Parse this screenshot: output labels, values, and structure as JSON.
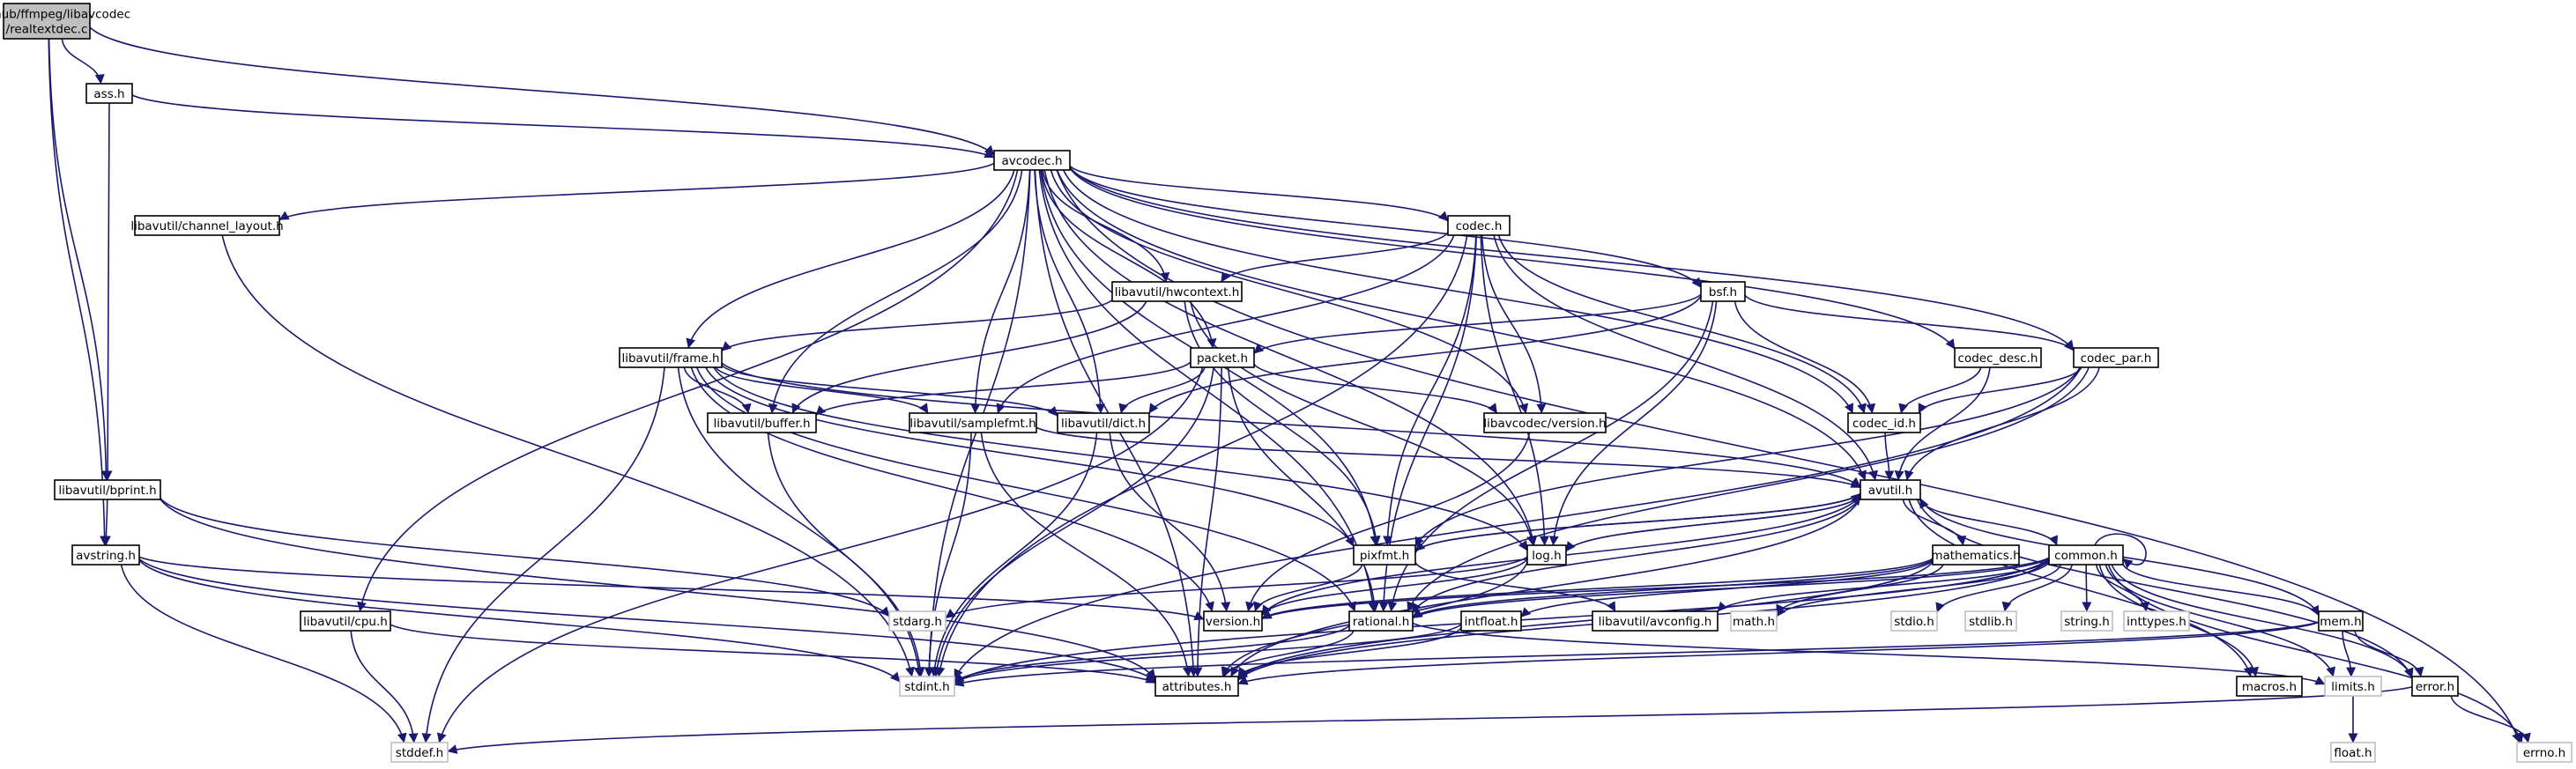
{
  "colors": {
    "edge": "#191970",
    "node_border": "#000000",
    "root_fill": "#bfbfbf",
    "node_fill": "#ffffff",
    "external_border": "#bfbfbf",
    "text": "#000000",
    "external_text": "#000000"
  },
  "nodes": [
    {
      "id": "root",
      "lines": [
        "E:/github/ffmpeg/libavcodec",
        "/realtextdec.c"
      ],
      "kind": "root"
    },
    {
      "id": "ass_h",
      "lines": [
        "ass.h"
      ],
      "kind": "file"
    },
    {
      "id": "avcodec_h",
      "lines": [
        "avcodec.h"
      ],
      "kind": "file"
    },
    {
      "id": "channel_layout_h",
      "lines": [
        "libavutil/channel_layout.h"
      ],
      "kind": "file"
    },
    {
      "id": "codec_h",
      "lines": [
        "codec.h"
      ],
      "kind": "file"
    },
    {
      "id": "hwcontext_h",
      "lines": [
        "libavutil/hwcontext.h"
      ],
      "kind": "file"
    },
    {
      "id": "bsf_h",
      "lines": [
        "bsf.h"
      ],
      "kind": "file"
    },
    {
      "id": "frame_h",
      "lines": [
        "libavutil/frame.h"
      ],
      "kind": "file"
    },
    {
      "id": "packet_h",
      "lines": [
        "packet.h"
      ],
      "kind": "file"
    },
    {
      "id": "codec_desc_h",
      "lines": [
        "codec_desc.h"
      ],
      "kind": "file"
    },
    {
      "id": "codec_par_h",
      "lines": [
        "codec_par.h"
      ],
      "kind": "file"
    },
    {
      "id": "buffer_h",
      "lines": [
        "libavutil/buffer.h"
      ],
      "kind": "file"
    },
    {
      "id": "samplefmt_h",
      "lines": [
        "libavutil/samplefmt.h"
      ],
      "kind": "file"
    },
    {
      "id": "dict_h",
      "lines": [
        "libavutil/dict.h"
      ],
      "kind": "file"
    },
    {
      "id": "lavc_version_h",
      "lines": [
        "libavcodec/version.h"
      ],
      "kind": "file"
    },
    {
      "id": "codec_id_h",
      "lines": [
        "codec_id.h"
      ],
      "kind": "file"
    },
    {
      "id": "bprint_h",
      "lines": [
        "libavutil/bprint.h"
      ],
      "kind": "file"
    },
    {
      "id": "avutil_h",
      "lines": [
        "avutil.h"
      ],
      "kind": "file"
    },
    {
      "id": "avstring_h",
      "lines": [
        "avstring.h"
      ],
      "kind": "file"
    },
    {
      "id": "pixfmt_h",
      "lines": [
        "pixfmt.h"
      ],
      "kind": "file"
    },
    {
      "id": "log_h",
      "lines": [
        "log.h"
      ],
      "kind": "file"
    },
    {
      "id": "mathematics_h",
      "lines": [
        "mathematics.h"
      ],
      "kind": "file"
    },
    {
      "id": "common_h",
      "lines": [
        "common.h"
      ],
      "kind": "file"
    },
    {
      "id": "cpu_h",
      "lines": [
        "libavutil/cpu.h"
      ],
      "kind": "file"
    },
    {
      "id": "stdarg_h",
      "lines": [
        "stdarg.h"
      ],
      "kind": "external"
    },
    {
      "id": "version_h",
      "lines": [
        "version.h"
      ],
      "kind": "file"
    },
    {
      "id": "rational_h",
      "lines": [
        "rational.h"
      ],
      "kind": "file"
    },
    {
      "id": "intfloat_h",
      "lines": [
        "intfloat.h"
      ],
      "kind": "file"
    },
    {
      "id": "avconfig_h",
      "lines": [
        "libavutil/avconfig.h"
      ],
      "kind": "file"
    },
    {
      "id": "math_h",
      "lines": [
        "math.h"
      ],
      "kind": "external"
    },
    {
      "id": "stdio_h",
      "lines": [
        "stdio.h"
      ],
      "kind": "external"
    },
    {
      "id": "stdlib_h",
      "lines": [
        "stdlib.h"
      ],
      "kind": "external"
    },
    {
      "id": "string_h",
      "lines": [
        "string.h"
      ],
      "kind": "external"
    },
    {
      "id": "inttypes_h",
      "lines": [
        "inttypes.h"
      ],
      "kind": "external"
    },
    {
      "id": "mem_h",
      "lines": [
        "mem.h"
      ],
      "kind": "file"
    },
    {
      "id": "stdint_h",
      "lines": [
        "stdint.h"
      ],
      "kind": "external"
    },
    {
      "id": "attributes_h",
      "lines": [
        "attributes.h"
      ],
      "kind": "file"
    },
    {
      "id": "macros_h",
      "lines": [
        "macros.h"
      ],
      "kind": "file"
    },
    {
      "id": "limits_h",
      "lines": [
        "limits.h"
      ],
      "kind": "external"
    },
    {
      "id": "error_h",
      "lines": [
        "error.h"
      ],
      "kind": "file"
    },
    {
      "id": "stddef_h",
      "lines": [
        "stddef.h"
      ],
      "kind": "external"
    },
    {
      "id": "float_h",
      "lines": [
        "float.h"
      ],
      "kind": "external"
    },
    {
      "id": "errno_h",
      "lines": [
        "errno.h"
      ],
      "kind": "external"
    }
  ],
  "edges": [
    [
      "root",
      "ass_h"
    ],
    [
      "root",
      "avcodec_h"
    ],
    [
      "root",
      "bprint_h"
    ],
    [
      "root",
      "avstring_h"
    ],
    [
      "ass_h",
      "avcodec_h"
    ],
    [
      "ass_h",
      "bprint_h"
    ],
    [
      "avcodec_h",
      "channel_layout_h"
    ],
    [
      "avcodec_h",
      "codec_h"
    ],
    [
      "avcodec_h",
      "hwcontext_h"
    ],
    [
      "avcodec_h",
      "bsf_h"
    ],
    [
      "avcodec_h",
      "frame_h"
    ],
    [
      "avcodec_h",
      "packet_h"
    ],
    [
      "avcodec_h",
      "codec_desc_h"
    ],
    [
      "avcodec_h",
      "codec_par_h"
    ],
    [
      "avcodec_h",
      "buffer_h"
    ],
    [
      "avcodec_h",
      "samplefmt_h"
    ],
    [
      "avcodec_h",
      "dict_h"
    ],
    [
      "avcodec_h",
      "lavc_version_h"
    ],
    [
      "avcodec_h",
      "codec_id_h"
    ],
    [
      "avcodec_h",
      "avutil_h"
    ],
    [
      "avcodec_h",
      "cpu_h"
    ],
    [
      "avcodec_h",
      "pixfmt_h"
    ],
    [
      "avcodec_h",
      "log_h"
    ],
    [
      "avcodec_h",
      "rational_h"
    ],
    [
      "avcodec_h",
      "attributes_h"
    ],
    [
      "avcodec_h",
      "stdint_h"
    ],
    [
      "avcodec_h",
      "errno_h"
    ],
    [
      "channel_layout_h",
      "stdint_h"
    ],
    [
      "codec_h",
      "hwcontext_h"
    ],
    [
      "codec_h",
      "samplefmt_h"
    ],
    [
      "codec_h",
      "lavc_version_h"
    ],
    [
      "codec_h",
      "codec_id_h"
    ],
    [
      "codec_h",
      "avutil_h"
    ],
    [
      "codec_h",
      "pixfmt_h"
    ],
    [
      "codec_h",
      "log_h"
    ],
    [
      "codec_h",
      "rational_h"
    ],
    [
      "codec_h",
      "stdint_h"
    ],
    [
      "hwcontext_h",
      "frame_h"
    ],
    [
      "hwcontext_h",
      "buffer_h"
    ],
    [
      "hwcontext_h",
      "pixfmt_h"
    ],
    [
      "hwcontext_h",
      "log_h"
    ],
    [
      "bsf_h",
      "packet_h"
    ],
    [
      "bsf_h",
      "codec_par_h"
    ],
    [
      "bsf_h",
      "codec_id_h"
    ],
    [
      "bsf_h",
      "dict_h"
    ],
    [
      "bsf_h",
      "log_h"
    ],
    [
      "bsf_h",
      "rational_h"
    ],
    [
      "frame_h",
      "buffer_h"
    ],
    [
      "frame_h",
      "samplefmt_h"
    ],
    [
      "frame_h",
      "dict_h"
    ],
    [
      "frame_h",
      "avutil_h"
    ],
    [
      "frame_h",
      "pixfmt_h"
    ],
    [
      "frame_h",
      "log_h"
    ],
    [
      "frame_h",
      "rational_h"
    ],
    [
      "frame_h",
      "version_h"
    ],
    [
      "frame_h",
      "stdint_h"
    ],
    [
      "frame_h",
      "stddef_h"
    ],
    [
      "packet_h",
      "buffer_h"
    ],
    [
      "packet_h",
      "dict_h"
    ],
    [
      "packet_h",
      "lavc_version_h"
    ],
    [
      "packet_h",
      "rational_h"
    ],
    [
      "packet_h",
      "attributes_h"
    ],
    [
      "packet_h",
      "stdint_h"
    ],
    [
      "packet_h",
      "stddef_h"
    ],
    [
      "codec_desc_h",
      "codec_id_h"
    ],
    [
      "codec_desc_h",
      "avutil_h"
    ],
    [
      "codec_par_h",
      "codec_id_h"
    ],
    [
      "codec_par_h",
      "avutil_h"
    ],
    [
      "codec_par_h",
      "pixfmt_h"
    ],
    [
      "codec_par_h",
      "rational_h"
    ],
    [
      "codec_par_h",
      "stdint_h"
    ],
    [
      "buffer_h",
      "stdint_h"
    ],
    [
      "samplefmt_h",
      "avutil_h"
    ],
    [
      "samplefmt_h",
      "attributes_h"
    ],
    [
      "samplefmt_h",
      "stdint_h"
    ],
    [
      "dict_h",
      "version_h"
    ],
    [
      "dict_h",
      "stdint_h"
    ],
    [
      "lavc_version_h",
      "version_h"
    ],
    [
      "codec_id_h",
      "avutil_h"
    ],
    [
      "bprint_h",
      "avstring_h"
    ],
    [
      "bprint_h",
      "attributes_h"
    ],
    [
      "bprint_h",
      "stdarg_h"
    ],
    [
      "avutil_h",
      "common_h"
    ],
    [
      "avutil_h",
      "error_h"
    ],
    [
      "avutil_h",
      "version_h"
    ],
    [
      "avutil_h",
      "mathematics_h"
    ],
    [
      "avutil_h",
      "rational_h"
    ],
    [
      "avutil_h",
      "log_h"
    ],
    [
      "avutil_h",
      "pixfmt_h"
    ],
    [
      "avutil_h",
      "macros_h"
    ],
    [
      "avutil_h",
      "attributes_h"
    ],
    [
      "avstring_h",
      "version_h"
    ],
    [
      "avstring_h",
      "attributes_h"
    ],
    [
      "avstring_h",
      "stdint_h"
    ],
    [
      "avstring_h",
      "stddef_h"
    ],
    [
      "pixfmt_h",
      "version_h"
    ],
    [
      "pixfmt_h",
      "avutil_h"
    ],
    [
      "pixfmt_h",
      "avconfig_h"
    ],
    [
      "log_h",
      "avutil_h"
    ],
    [
      "log_h",
      "attributes_h"
    ],
    [
      "log_h",
      "version_h"
    ],
    [
      "log_h",
      "stdarg_h"
    ],
    [
      "mathematics_h",
      "version_h"
    ],
    [
      "mathematics_h",
      "rational_h"
    ],
    [
      "mathematics_h",
      "attributes_h"
    ],
    [
      "mathematics_h",
      "intfloat_h"
    ],
    [
      "mathematics_h",
      "math_h"
    ],
    [
      "common_h",
      "common_h"
    ],
    [
      "common_h",
      "version_h"
    ],
    [
      "common_h",
      "rational_h"
    ],
    [
      "common_h",
      "attributes_h"
    ],
    [
      "common_h",
      "macros_h"
    ],
    [
      "common_h",
      "error_h"
    ],
    [
      "common_h",
      "mem_h"
    ],
    [
      "common_h",
      "avconfig_h"
    ],
    [
      "common_h",
      "math_h"
    ],
    [
      "common_h",
      "stdio_h"
    ],
    [
      "common_h",
      "stdlib_h"
    ],
    [
      "common_h",
      "string_h"
    ],
    [
      "common_h",
      "inttypes_h"
    ],
    [
      "common_h",
      "limits_h"
    ],
    [
      "common_h",
      "errno_h"
    ],
    [
      "common_h",
      "stdint_h"
    ],
    [
      "cpu_h",
      "attributes_h"
    ],
    [
      "cpu_h",
      "stddef_h"
    ],
    [
      "rational_h",
      "attributes_h"
    ],
    [
      "rational_h",
      "stdint_h"
    ],
    [
      "rational_h",
      "limits_h"
    ],
    [
      "intfloat_h",
      "attributes_h"
    ],
    [
      "intfloat_h",
      "stdint_h"
    ],
    [
      "mem_h",
      "avutil_h"
    ],
    [
      "mem_h",
      "attributes_h"
    ],
    [
      "mem_h",
      "error_h"
    ],
    [
      "mem_h",
      "limits_h"
    ],
    [
      "mem_h",
      "stdint_h"
    ],
    [
      "error_h",
      "errno_h"
    ],
    [
      "error_h",
      "stddef_h"
    ],
    [
      "limits_h",
      "float_h"
    ]
  ]
}
